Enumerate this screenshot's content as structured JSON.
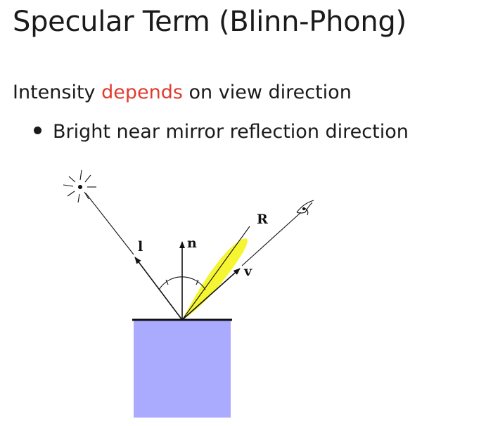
{
  "slide": {
    "title": "Specular Term (Blinn-Phong)",
    "intro_before": "Intensity ",
    "intro_highlight": "depends",
    "intro_after": " on view direction",
    "bullet": "Bright near mirror reflection direction"
  },
  "diagram": {
    "labels": {
      "light": "l",
      "normal": "n",
      "reflection": "R",
      "view": "v"
    },
    "icons": [
      "light-source-icon",
      "eye-icon"
    ],
    "colors": {
      "surface": "#aaaaff",
      "lobe": "#f5f532",
      "ink": "#111111",
      "highlight_text": "#e03c2e"
    }
  }
}
